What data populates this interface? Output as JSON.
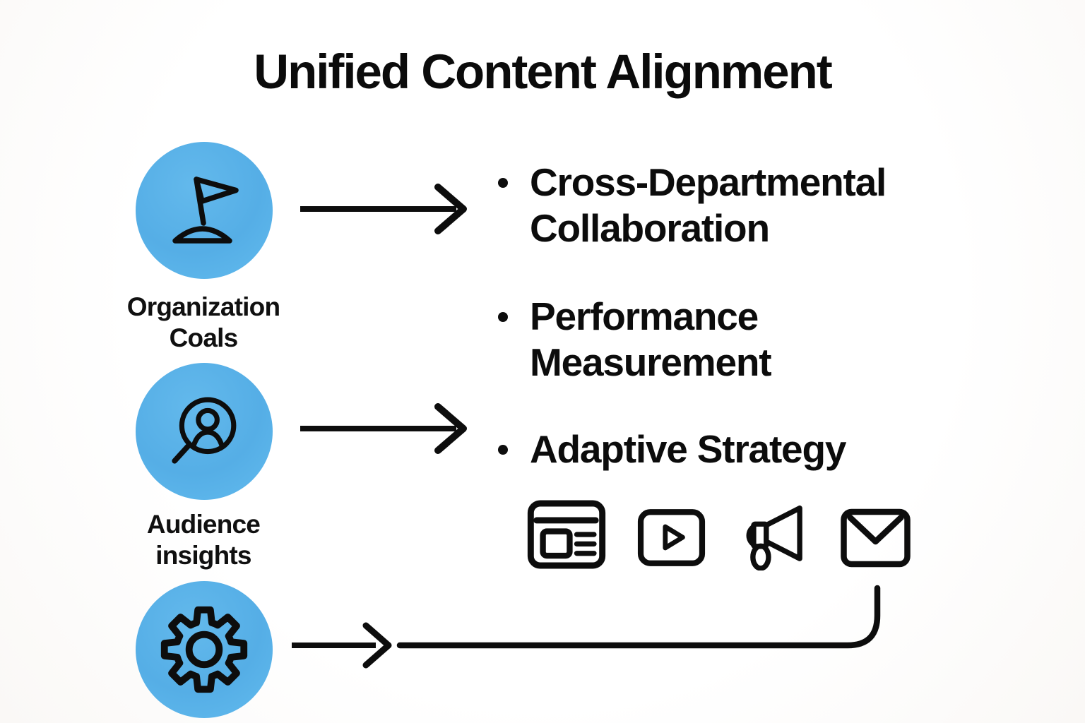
{
  "title": "Unified Content Alignment",
  "colors": {
    "circle_fill": "#58B1E8",
    "line_ink": "#0D0D0D",
    "background": "#FFFFFF"
  },
  "nodes": [
    {
      "icon": "flag-icon",
      "label": "Organization\nCoals"
    },
    {
      "icon": "person-search-icon",
      "label": "Audience\ninsights"
    },
    {
      "icon": "gear-icon",
      "label": ""
    }
  ],
  "bullets": [
    {
      "text": "Cross-Departmental\nCollaboration"
    },
    {
      "text": "Performance\nMeasurement"
    },
    {
      "text": "Adaptive Strategy"
    }
  ],
  "channel_icons": [
    "webpage-icon",
    "video-play-icon",
    "megaphone-icon",
    "email-icon"
  ]
}
